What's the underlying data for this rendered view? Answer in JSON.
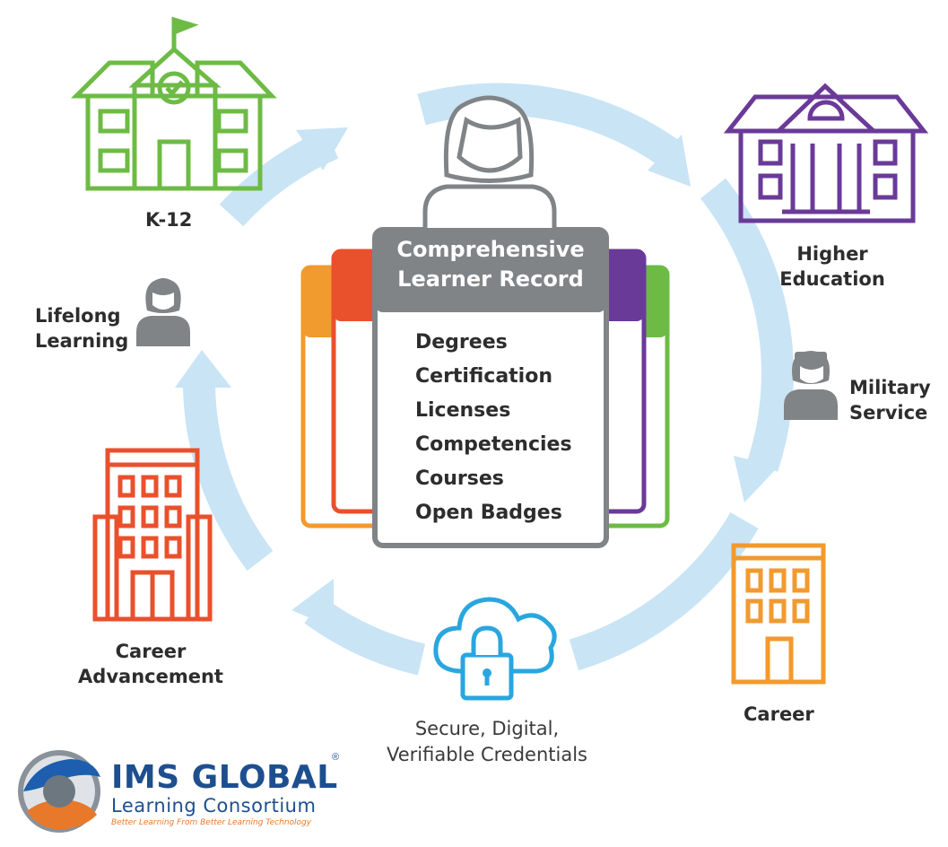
{
  "center_card": {
    "title_line1": "Comprehensive",
    "title_line2": "Learner Record",
    "items": [
      "Degrees",
      "Certification",
      "Licenses",
      "Competencies",
      "Courses",
      "Open Badges"
    ]
  },
  "stages": {
    "k12": "K-12",
    "higher_education_line1": "Higher",
    "higher_education_line2": "Education",
    "military_line1": "Military",
    "military_line2": "Service",
    "career": "Career",
    "career_advancement_line1": "Career",
    "career_advancement_line2": "Advancement",
    "lifelong_line1": "Lifelong",
    "lifelong_line2": "Learning"
  },
  "secure": {
    "line1": "Secure, Digital,",
    "line2": "Verifiable Credentials"
  },
  "logo": {
    "main": "IMS GLOBAL",
    "sub": "Learning Consortium",
    "tagline": "Better Learning From Better Learning Technology",
    "reg_mark": "®"
  },
  "colors": {
    "cycle_arrow": "#c9e4f5",
    "k12": "#6dbb45",
    "higher_education": "#6a3a99",
    "career": "#f19a2e",
    "career_advancement": "#e9502c",
    "cloud": "#2aa6de",
    "card": "#808487",
    "person": "#808487"
  }
}
